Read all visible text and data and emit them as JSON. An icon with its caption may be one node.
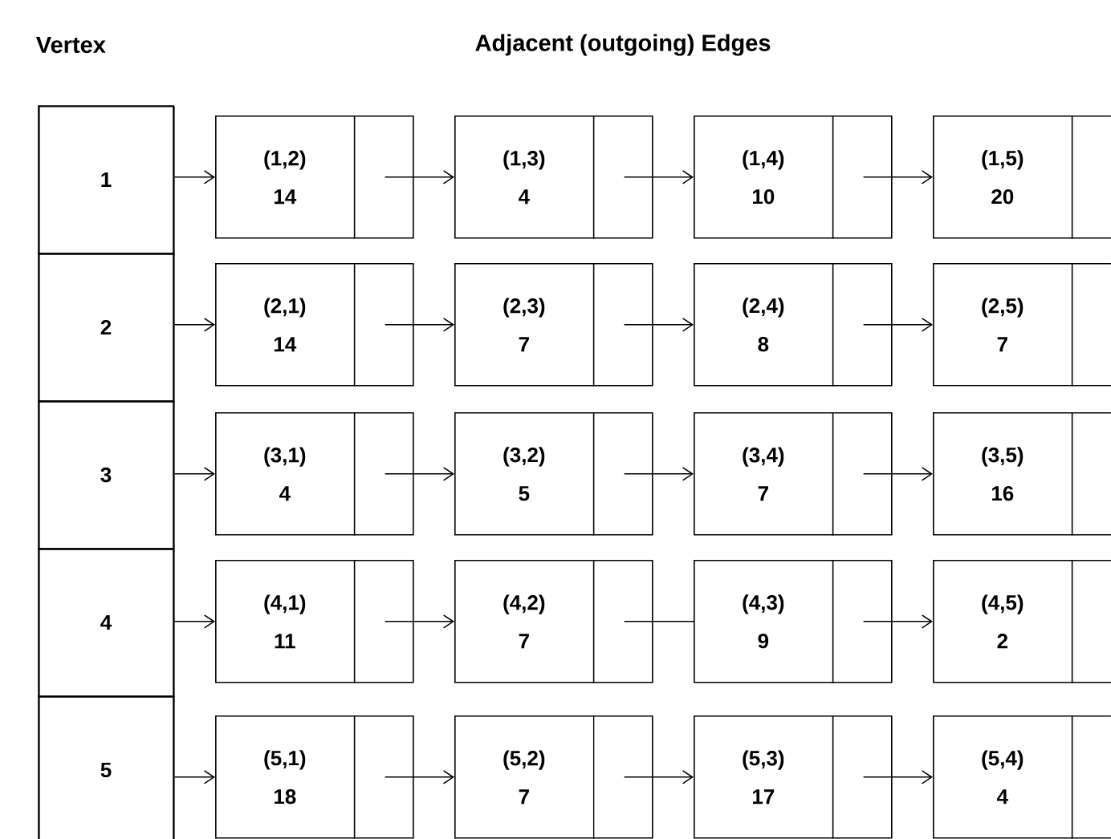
{
  "diagram": {
    "nodes": [
      {
        "text": [
          "1"
        ]
      },
      {
        "text": [
          "(1,2)",
          "14"
        ]
      },
      {
        "text": [
          "(1,3)",
          "4"
        ]
      },
      {
        "text": [
          "(1,4)",
          "10"
        ]
      },
      {
        "text": [
          "(1,5)",
          "20"
        ]
      },
      {
        "text": [
          "2"
        ]
      },
      {
        "text": [
          "(2,1)",
          "14"
        ]
      },
      {
        "text": [
          "(2,3)",
          "7"
        ]
      },
      {
        "text": [
          "(2,4)",
          "8"
        ]
      },
      {
        "text": [
          "(2,5)",
          "7"
        ]
      },
      {
        "text": [
          "3"
        ]
      },
      {
        "text": [
          "(3,1)",
          "4"
        ]
      },
      {
        "text": [
          "(3,2)",
          "5"
        ]
      },
      {
        "text": [
          "(3,4)",
          "7"
        ]
      },
      {
        "text": [
          "(3,5)",
          "16"
        ]
      },
      {
        "text": [
          "4"
        ]
      },
      {
        "text": [
          "(4,1)",
          "11"
        ]
      },
      {
        "text": [
          "(4,2)",
          "7"
        ]
      },
      {
        "text": [
          "(4,3)",
          "9"
        ]
      },
      {
        "text": [
          "(4,5)",
          "2"
        ]
      },
      {
        "text": [
          "5"
        ]
      },
      {
        "text": [
          "(5,1)",
          "18"
        ]
      },
      {
        "text": [
          "(5,2)",
          "7"
        ]
      },
      {
        "text": [
          "(5,3)",
          "17"
        ]
      },
      {
        "text": [
          "(5,4)",
          "4"
        ]
      }
    ],
    "edges": [
      {
        "from": 0,
        "to": 1,
        "arrow": "to"
      },
      {
        "from": 1,
        "to": 2,
        "arrow": "to"
      },
      {
        "from": 2,
        "to": 3,
        "arrow": "to"
      },
      {
        "from": 3,
        "to": 4,
        "arrow": "to"
      },
      {
        "from": 5,
        "to": 6,
        "arrow": "to"
      },
      {
        "from": 6,
        "to": 7,
        "arrow": "to"
      },
      {
        "from": 7,
        "to": 8,
        "arrow": "to"
      },
      {
        "from": 8,
        "to": 9,
        "arrow": "to"
      },
      {
        "from": 10,
        "to": 11,
        "arrow": "to"
      },
      {
        "from": 11,
        "to": 12,
        "arrow": "to"
      },
      {
        "from": 12,
        "to": 13,
        "arrow": "to"
      },
      {
        "from": 13,
        "to": 14,
        "arrow": "to"
      },
      {
        "from": 15,
        "to": 16,
        "arrow": "to"
      },
      {
        "from": 16,
        "to": 17,
        "arrow": "to"
      },
      {
        "from": 17,
        "to": 18,
        "arrow": "none"
      },
      {
        "from": 18,
        "to": 19,
        "arrow": "to"
      },
      {
        "from": 20,
        "to": 21,
        "arrow": "to"
      },
      {
        "from": 21,
        "to": 22,
        "arrow": "to"
      },
      {
        "from": 22,
        "to": 23,
        "arrow": "to"
      },
      {
        "from": 23,
        "to": 24,
        "arrow": "to"
      }
    ],
    "labels": [
      "Vertex",
      "Adjacent (outgoing) Edges"
    ]
  }
}
